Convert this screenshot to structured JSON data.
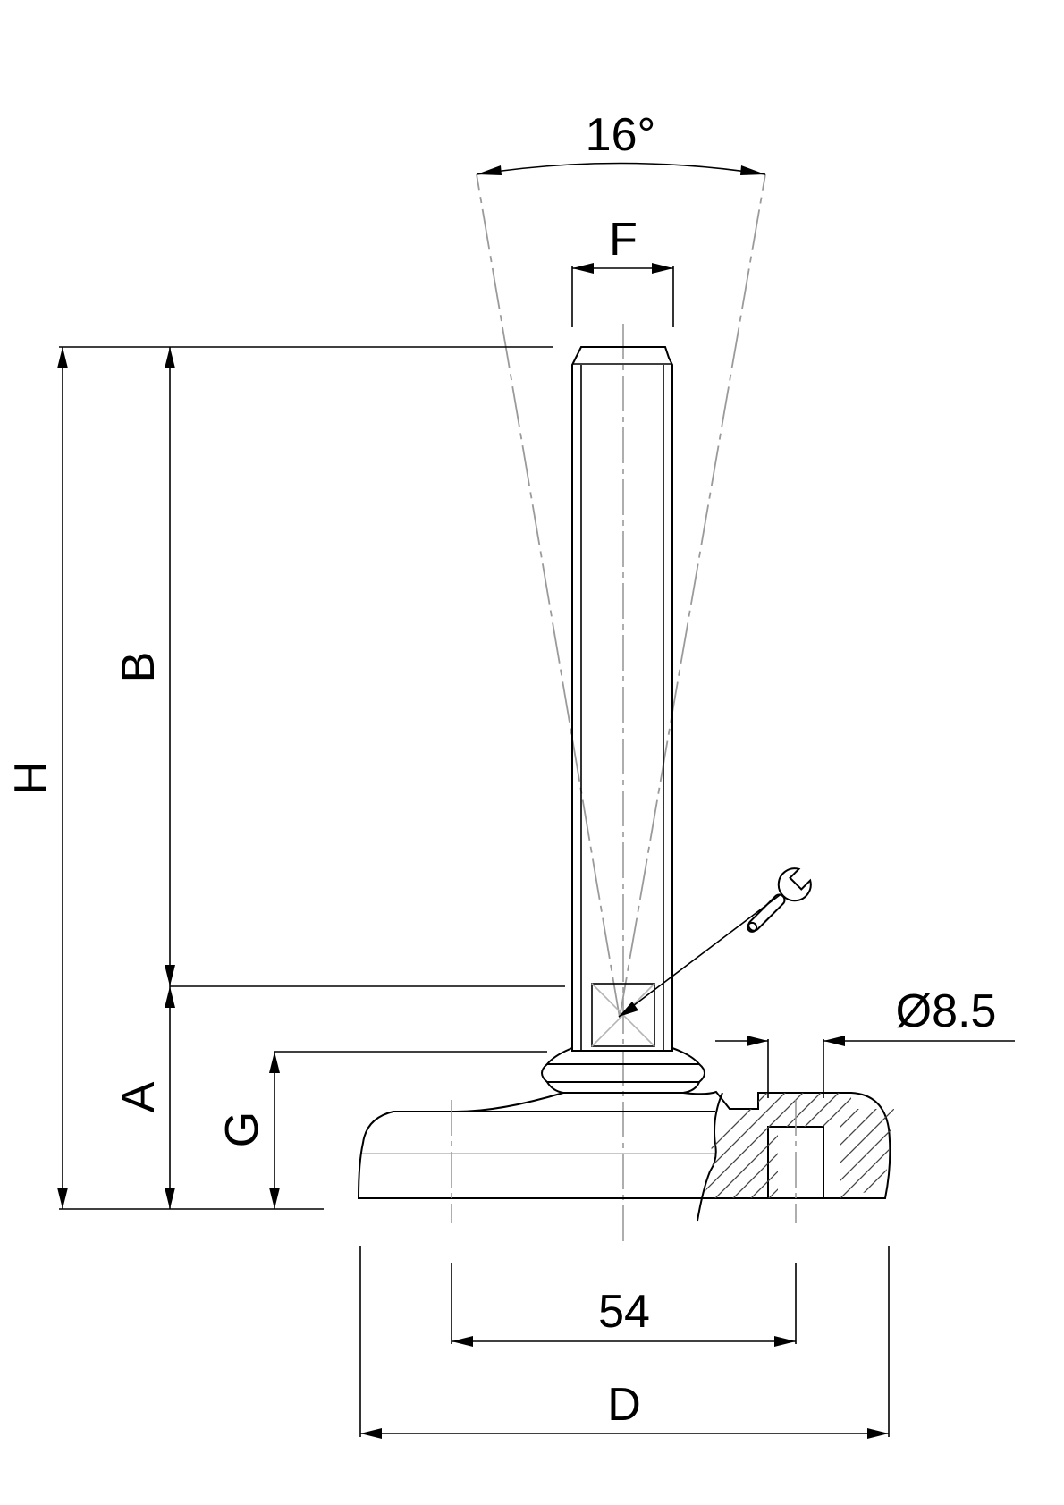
{
  "drawing": {
    "labels": {
      "angle": "16°",
      "thread": "F",
      "height_total": "H",
      "stem_length": "B",
      "stem_offset": "A",
      "base_height": "G",
      "hole_diameter": "Ø8.5",
      "hole_spacing": "54",
      "base_diameter": "D"
    },
    "icons": {
      "tool": "wrench-icon"
    },
    "colors": {
      "line": "#000000",
      "center_line": "#9a9a9a"
    }
  }
}
